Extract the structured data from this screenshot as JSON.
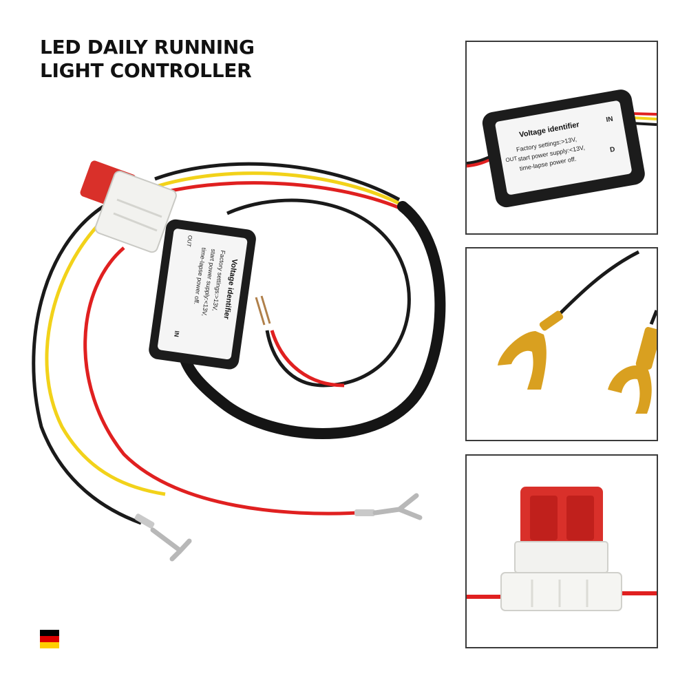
{
  "heading": {
    "line1": "LED DAILY RUNNING",
    "line2": "LIGHT CONTROLLER"
  },
  "module_label": {
    "title": "Voltage identifier",
    "line1": "Factory settings:>13V,",
    "line2": "start power supply:<13V,",
    "line3": "time-lapse power off.",
    "in": "IN",
    "out": "OUT",
    "d": "D"
  },
  "flag_colors": {
    "top": "#000000",
    "middle": "#dd0000",
    "bottom": "#ffce00"
  },
  "colors": {
    "red_wire": "#e02020",
    "yellow_wire": "#f2d21a",
    "black_wire": "#1a1a1a",
    "fuse_red": "#d9302a",
    "terminal_gold": "#d9a020"
  }
}
